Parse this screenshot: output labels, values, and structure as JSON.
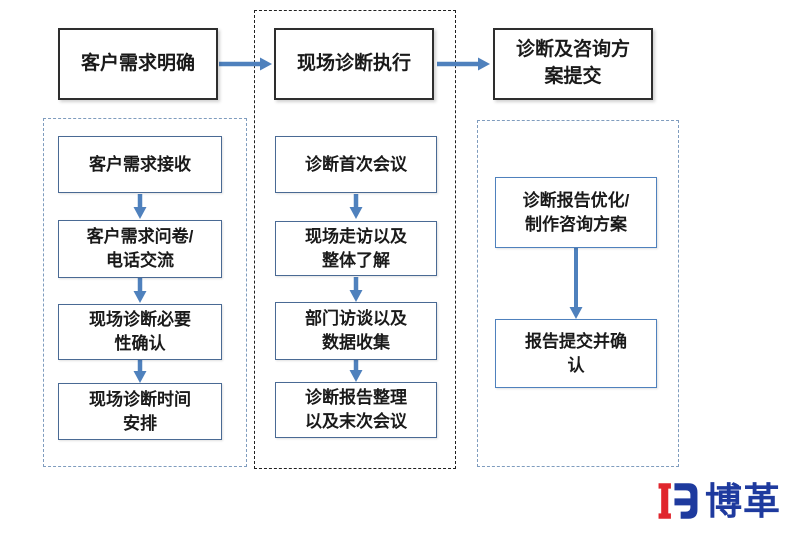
{
  "phases": [
    {
      "header": "客户需求明确",
      "steps": [
        "客户需求接收",
        "客户需求问卷/\n电话交流",
        "现场诊断必要\n性确认",
        "现场诊断时间\n安排"
      ]
    },
    {
      "header": "现场诊断执行",
      "steps": [
        "诊断首次会议",
        "现场走访以及\n整体了解",
        "部门访谈以及\n数据收集",
        "诊断报告整理\n以及末次会议"
      ]
    },
    {
      "header": "诊断及咨询方\n案提交",
      "steps": [
        "诊断报告优化/\n制作咨询方案",
        "报告提交并确\n认"
      ]
    }
  ],
  "logo": {
    "text": "博革",
    "mark": "BG-monogram"
  },
  "colors": {
    "arrow": "#4f81bd",
    "dash-blue": "#7f9cbe",
    "dash-black": "#1f1f1f",
    "sub-border": "#4a6a94",
    "sub-border-blue": "#4f81bd",
    "logo-red": "#e0262d",
    "logo-blue": "#1e3a9e"
  }
}
